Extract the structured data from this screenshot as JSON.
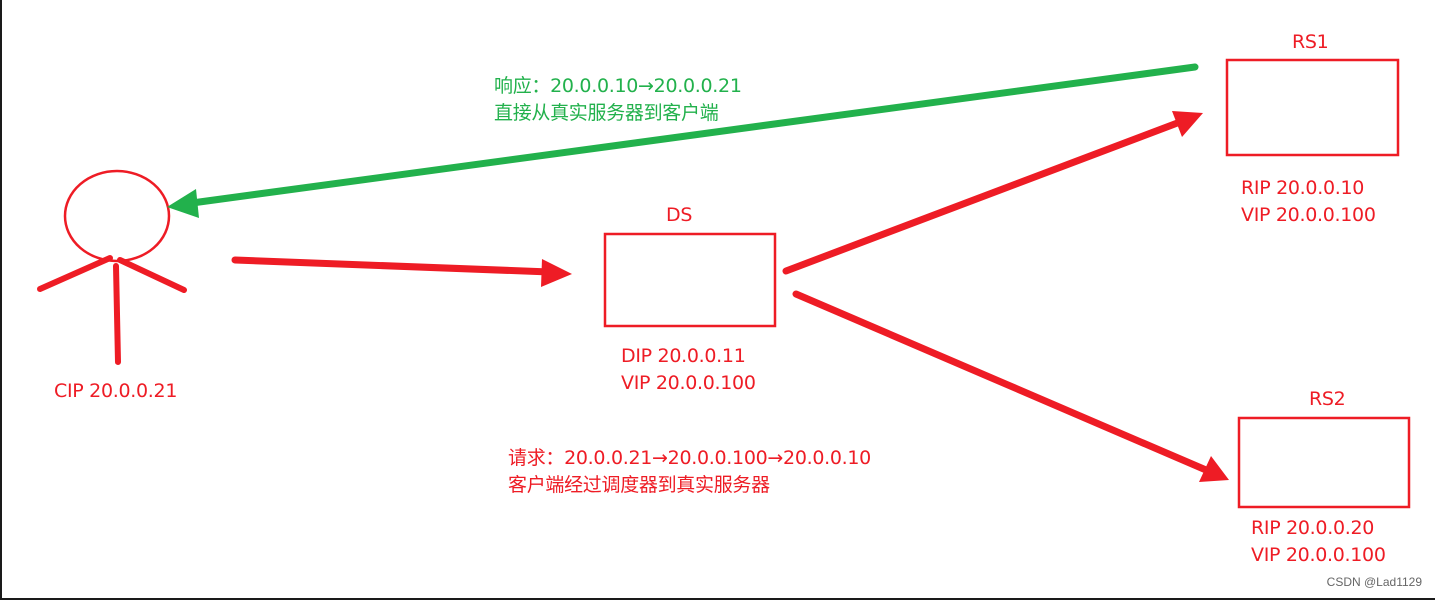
{
  "colors": {
    "request": "#ee1c25",
    "response": "#22b14c",
    "background": "#ffffff",
    "watermark": "#666666"
  },
  "client": {
    "label": "CIP 20.0.0.21",
    "icon": "stick-figure-user-icon"
  },
  "director": {
    "title": "DS",
    "dip": "DIP 20.0.0.11",
    "vip": "VIP 20.0.0.100"
  },
  "real_servers": [
    {
      "title": "RS1",
      "rip": "RIP 20.0.0.10",
      "vip": "VIP 20.0.0.100"
    },
    {
      "title": "RS2",
      "rip": "RIP 20.0.0.20",
      "vip": "VIP 20.0.0.100"
    }
  ],
  "response_note": {
    "line1": "响应：20.0.0.10→20.0.0.21",
    "line2": "直接从真实服务器到客户端"
  },
  "request_note": {
    "line1": "请求：20.0.0.21→20.0.0.100→20.0.0.10",
    "line2": "客户端经过调度器到真实服务器"
  },
  "arrows": [
    {
      "from": "client",
      "to": "DS",
      "color": "request"
    },
    {
      "from": "DS",
      "to": "RS1",
      "color": "request"
    },
    {
      "from": "DS",
      "to": "RS2",
      "color": "request"
    },
    {
      "from": "RS1",
      "to": "client",
      "color": "response"
    }
  ],
  "watermark": "CSDN @Lad1129"
}
